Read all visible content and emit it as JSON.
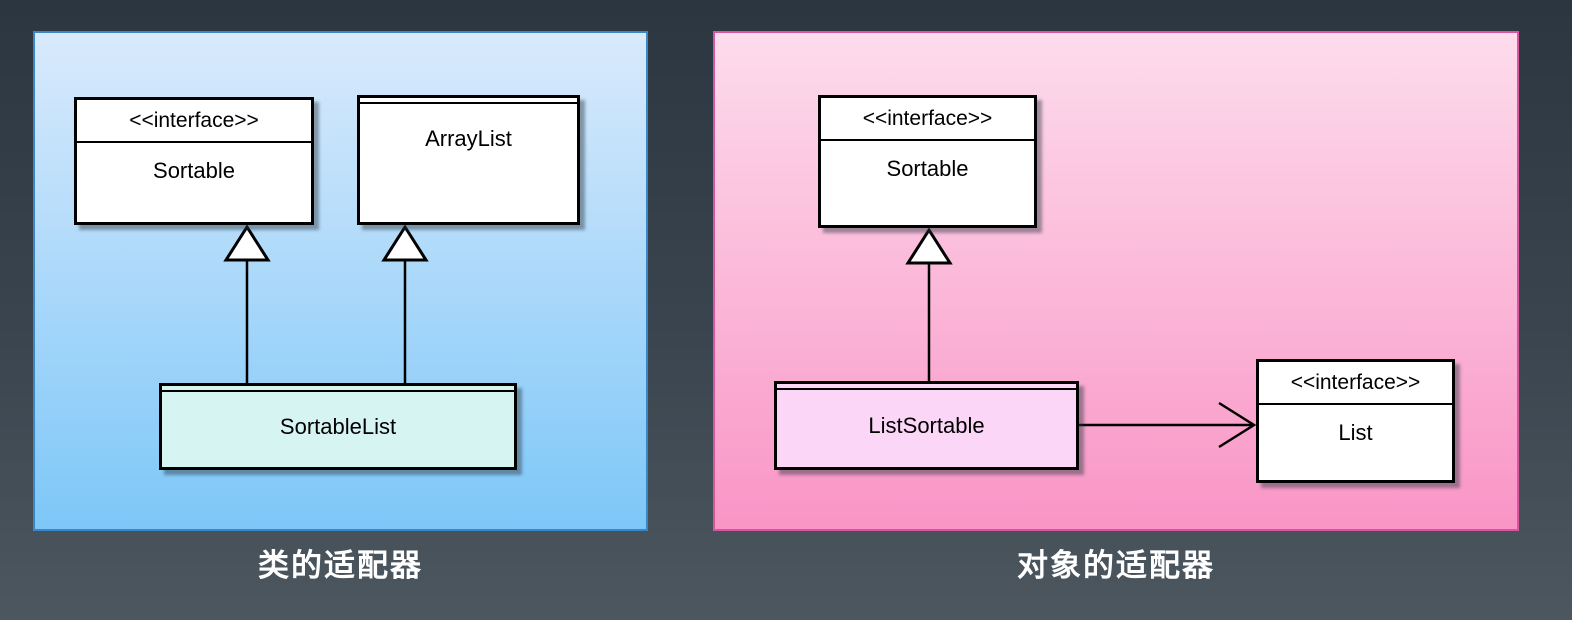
{
  "background": {
    "top": "#2c3640",
    "bottom": "#4c575f"
  },
  "panels": {
    "class_adapter": {
      "caption": "类的适配器",
      "colors": {
        "bg_top": "#d9eafc",
        "bg_bottom": "#7dc7f8",
        "border": "#3a87c8"
      },
      "boxes": {
        "sortable": {
          "stereotype": "<<interface>>",
          "name": "Sortable"
        },
        "arraylist": {
          "name": "ArrayList"
        },
        "sortablelist": {
          "name": "SortableList",
          "fill": "#d5f4f2"
        }
      },
      "relations": [
        {
          "type": "generalization",
          "from": "SortableList",
          "to": "Sortable"
        },
        {
          "type": "generalization",
          "from": "SortableList",
          "to": "ArrayList"
        }
      ]
    },
    "object_adapter": {
      "caption": "对象的适配器",
      "colors": {
        "bg_top": "#fddcec",
        "bg_bottom": "#f995c6",
        "border": "#d9569f"
      },
      "boxes": {
        "sortable": {
          "stereotype": "<<interface>>",
          "name": "Sortable"
        },
        "listsortable": {
          "name": "ListSortable",
          "fill": "#fbd6f7"
        },
        "list": {
          "stereotype": "<<interface>>",
          "name": "List"
        }
      },
      "relations": [
        {
          "type": "generalization",
          "from": "ListSortable",
          "to": "Sortable"
        },
        {
          "type": "association",
          "from": "ListSortable",
          "to": "List"
        }
      ]
    }
  }
}
